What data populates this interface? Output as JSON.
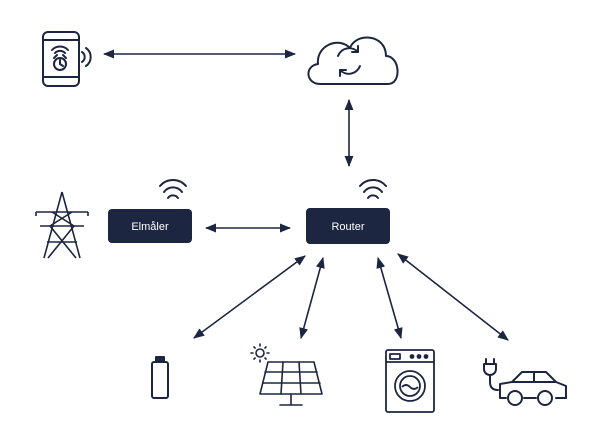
{
  "diagram": {
    "colors": {
      "ink": "#1c2640",
      "box_fill": "#1c2640",
      "box_text": "#ffffff",
      "background": "#ffffff"
    },
    "nodes": {
      "phone": {
        "icon": "smartphone-alarm-icon"
      },
      "cloud": {
        "icon": "cloud-sync-icon"
      },
      "pylon": {
        "icon": "power-pylon-icon"
      },
      "meter": {
        "label": "Elmåler",
        "icon": "wifi-icon"
      },
      "router": {
        "label": "Router",
        "icon": "wifi-icon"
      },
      "battery": {
        "icon": "battery-icon"
      },
      "solar": {
        "icon": "solar-panel-icon"
      },
      "washer": {
        "icon": "washing-machine-icon"
      },
      "car": {
        "icon": "electric-car-icon"
      }
    },
    "connections": [
      {
        "from": "phone",
        "to": "cloud",
        "bidirectional": true
      },
      {
        "from": "cloud",
        "to": "router",
        "bidirectional": true
      },
      {
        "from": "meter",
        "to": "router",
        "bidirectional": true
      },
      {
        "from": "router",
        "to": "battery",
        "bidirectional": true
      },
      {
        "from": "router",
        "to": "solar",
        "bidirectional": true
      },
      {
        "from": "router",
        "to": "washer",
        "bidirectional": true
      },
      {
        "from": "router",
        "to": "car",
        "bidirectional": true
      }
    ]
  }
}
